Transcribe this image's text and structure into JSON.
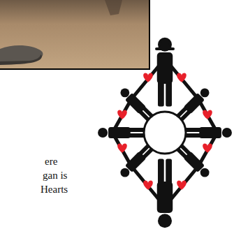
{
  "diagram": {
    "labels": [
      "ere",
      "gan is",
      "Hearts"
    ]
  }
}
